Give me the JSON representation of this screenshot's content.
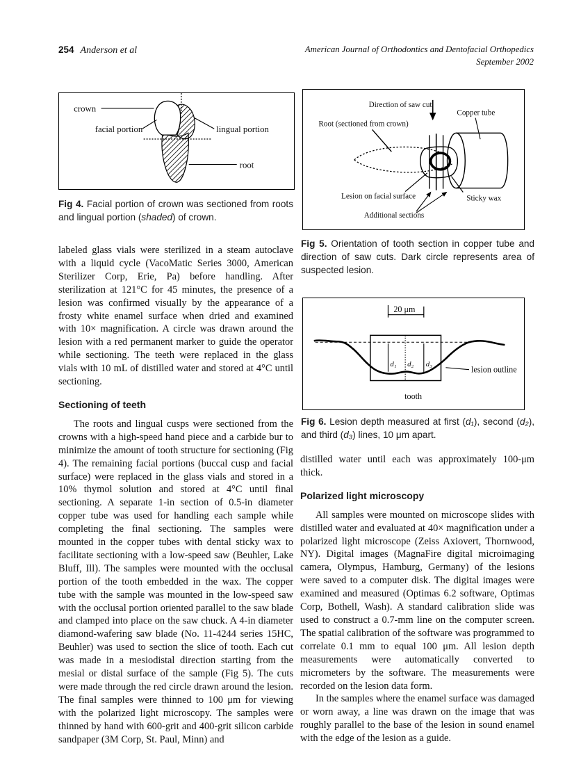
{
  "header": {
    "page_number": "254",
    "authors": "Anderson et al",
    "journal_line1": "American Journal of Orthodontics and Dentofacial Orthopedics",
    "journal_line2": "September 2002"
  },
  "fig4": {
    "labels": {
      "crown": "crown",
      "facial": "facial portion",
      "lingual": "lingual portion",
      "root": "root"
    },
    "caption_label": "Fig 4.",
    "caption_before": " Facial portion of crown was sectioned from roots and lingual portion (",
    "caption_italic": "shaded",
    "caption_after": ") of crown."
  },
  "fig5": {
    "labels": {
      "direction": "Direction of saw cut",
      "copper_tube": "Copper tube",
      "root": "Root (sectioned from crown)",
      "lesion": "Lesion on facial surface",
      "sticky_wax": "Sticky wax",
      "additional": "Additional sections"
    },
    "caption_label": "Fig 5.",
    "caption_text": " Orientation of tooth section in copper tube and direction of saw cuts. Dark circle represents area of suspected lesion."
  },
  "fig6": {
    "labels": {
      "scale": "20 μm",
      "d1": "d₁",
      "d2": "d₂",
      "d3": "d₃",
      "lesion_outline": "lesion outline",
      "tooth": "tooth"
    },
    "caption_label": "Fig 6.",
    "cap_1": " Lesion depth measured at first (",
    "cap_d1": "d₁",
    "cap_2": "), second (",
    "cap_d2": "d₂",
    "cap_3": "), and third (",
    "cap_d3": "d₃",
    "cap_4": ") lines, 10 μm apart."
  },
  "left_column": {
    "para1": "labeled glass vials were sterilized in a steam autoclave with a liquid cycle (VacoMatic Series 3000, American Sterilizer Corp, Erie, Pa) before handling. After sterilization at 121°C for 45 minutes, the presence of a lesion was confirmed visually by the appearance of a frosty white enamel surface when dried and examined with 10× magnification. A circle was drawn around the lesion with a red permanent marker to guide the operator while sectioning. The teeth were replaced in the glass vials with 10 mL of distilled water and stored at 4°C until sectioning.",
    "heading": "Sectioning of teeth",
    "para2": "The roots and lingual cusps were sectioned from the crowns with a high-speed hand piece and a carbide bur to minimize the amount of tooth structure for sectioning (Fig 4). The remaining facial portions (buccal cusp and facial surface) were replaced in the glass vials and stored in a 10% thymol solution and stored at 4°C until final sectioning. A separate 1-in section of 0.5-in diameter copper tube was used for handling each sample while completing the final sectioning. The samples were mounted in the copper tubes with dental sticky wax to facilitate sectioning with a low-speed saw (Beuhler, Lake Bluff, Ill). The samples were mounted with the occlusal portion of the tooth embedded in the wax. The copper tube with the sample was mounted in the low-speed saw with the occlusal portion oriented parallel to the saw blade and clamped into place on the saw chuck. A 4-in diameter diamond-wafering saw blade (No. 11-4244 series 15HC, Beuhler) was used to section the slice of tooth. Each cut was made in a mesiodistal direction starting from the mesial or distal surface of the sample (Fig 5). The cuts were made through the red circle drawn around the lesion. The final samples were thinned to 100 μm for viewing with the polarized light microscopy. The samples were thinned by hand with 600-grit and 400-grit silicon carbide sandpaper (3M Corp, St. Paul, Minn) and"
  },
  "right_column": {
    "para1": "distilled water until each was approximately 100-μm thick.",
    "heading": "Polarized light microscopy",
    "para2": "All samples were mounted on microscope slides with distilled water and evaluated at 40× magnification under a polarized light microscope (Zeiss Axiovert, Thornwood, NY). Digital images (MagnaFire digital microimaging camera, Olympus, Hamburg, Germany) of the lesions were saved to a computer disk. The digital images were examined and measured (Optimas 6.2 software, Optimas Corp, Bothell, Wash). A standard calibration slide was used to construct a 0.7-mm line on the computer screen. The spatial calibration of the software was programmed to correlate 0.1 mm to equal 100 μm. All lesion depth measurements were automatically converted to micrometers by the software. The measurements were recorded on the lesion data form.",
    "para3": "In the samples where the enamel surface was damaged or worn away, a line was drawn on the image that was roughly parallel to the base of the lesion in sound enamel with the edge of the lesion as a guide."
  },
  "colors": {
    "background": "#ffffff",
    "text": "#111111",
    "line": "#000000"
  }
}
